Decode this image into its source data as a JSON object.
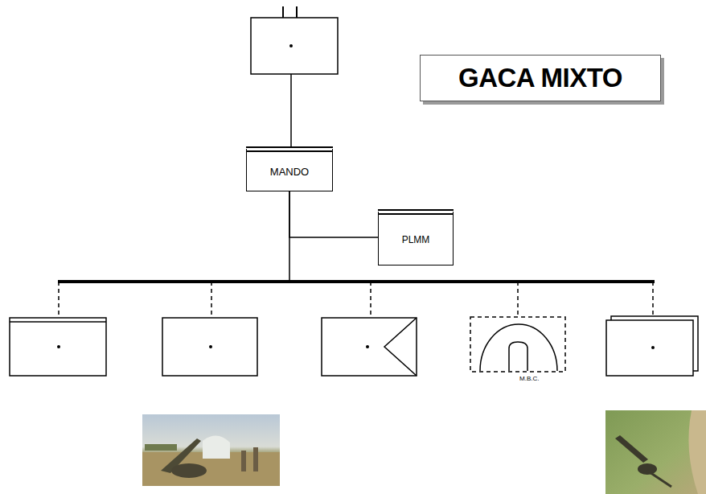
{
  "diagram": {
    "title": "GACA MIXTO",
    "nodes": [
      {
        "text": [
          "MANDO"
        ]
      },
      {
        "text": [
          "PLMM"
        ]
      },
      {
        "text": [
          "M.B.C."
        ]
      }
    ],
    "edges": [
      {
        "from": 0,
        "to": 1,
        "arrow": "none"
      },
      {
        "from": 0,
        "to": 2,
        "arrow": "none"
      }
    ]
  }
}
